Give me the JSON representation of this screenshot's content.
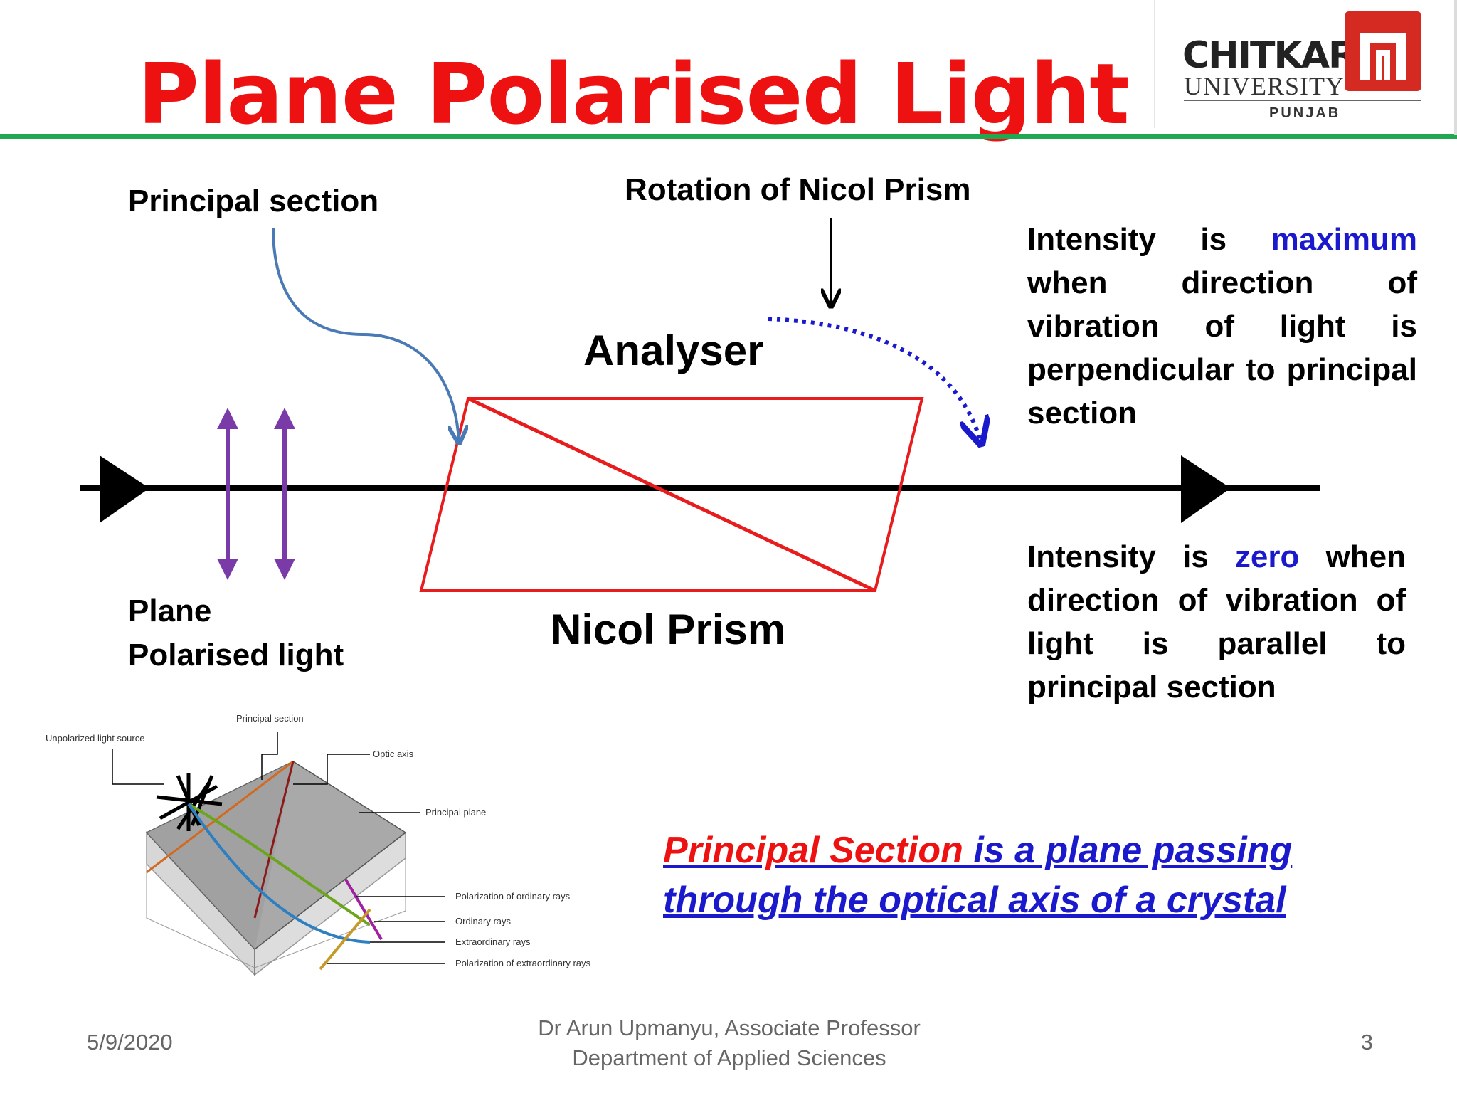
{
  "title": "Plane Polarised Light",
  "logo": {
    "name": "CHITKARA",
    "sub": "UNIVERSITY",
    "place": "PUNJAB"
  },
  "labels": {
    "principal_section": "Principal section",
    "rotation": "Rotation of Nicol Prism",
    "analyser": "Analyser",
    "nicol_prism": "Nicol Prism",
    "plane": "Plane",
    "polarised_light": "Polarised light"
  },
  "max_text": {
    "w1": "Intensity",
    "w2": "is",
    "w3": "maximum",
    "rest": "when direction of vibration of light is perpendicular to principal section"
  },
  "zero_text": {
    "w1": "Intensity",
    "w2": "is",
    "w3": "zero",
    "rest": "when direction of vibration of light is parallel to principal section"
  },
  "definition": {
    "term": "Principal Section",
    "rest": " is  a plane passing through the optical axis of a crystal"
  },
  "figure_labels": {
    "unpolarized": "Unpolarized light source",
    "principal_section": "Principal section",
    "optic_axis": "Optic axis",
    "principal_plane": "Principal plane",
    "pol_ordinary": "Polarization of ordinary rays",
    "ordinary": "Ordinary rays",
    "extraordinary": "Extraordinary rays",
    "pol_extraordinary": "Polarization of extraordinary rays"
  },
  "footer": {
    "date": "5/9/2020",
    "author": "Dr Arun Upmanyu, Associate Professor",
    "dept": "Department of Applied Sciences",
    "page": "3"
  },
  "colors": {
    "title": "#ee1111",
    "accent_line": "#1fa84f",
    "blue": "#1a1acc",
    "prism": "#e81c1c",
    "arrow_purple": "#7a3aa8"
  }
}
